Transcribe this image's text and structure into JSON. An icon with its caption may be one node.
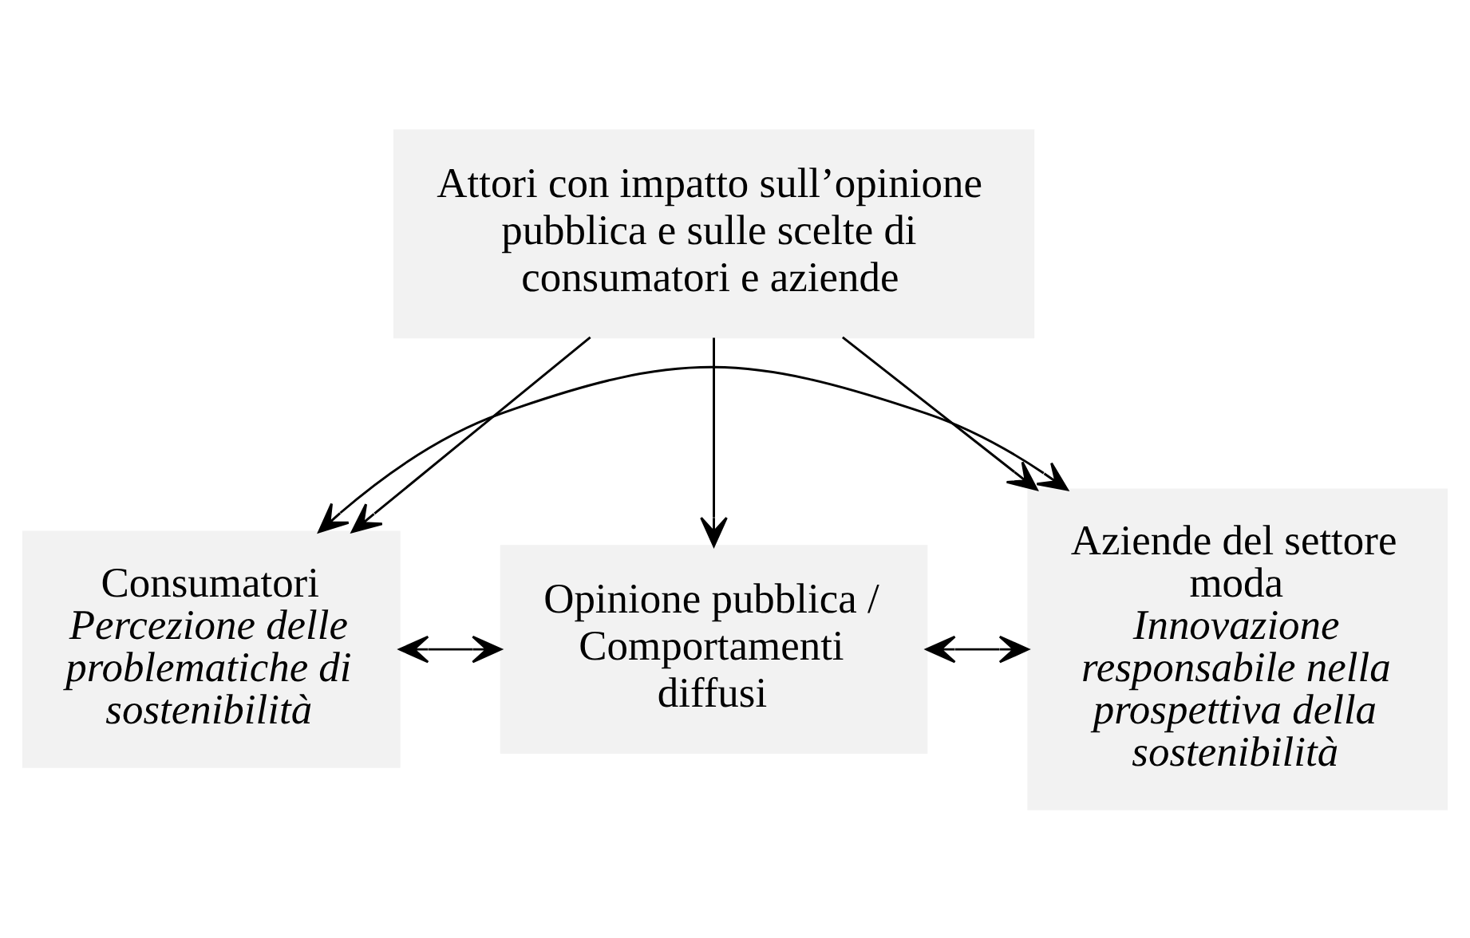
{
  "diagram": {
    "nodes": [
      {
        "text": [
          "Attori con impatto sull’opinione pubblica e sulle scelte di consumatori e aziende"
        ]
      },
      {
        "text": [
          "Consumatori",
          "Percezione delle problematiche di sostenibilità"
        ]
      },
      {
        "text": [
          "Opinione pubblica / Comportamenti diffusi"
        ]
      },
      {
        "text": [
          "Aziende del settore moda",
          "Innovazione responsabile nella prospettiva della sostenibilità"
        ]
      }
    ],
    "edges": [
      {
        "from": 0,
        "to": 1,
        "arrow": "to"
      },
      {
        "from": 0,
        "to": 2,
        "arrow": "to"
      },
      {
        "from": 0,
        "to": 3,
        "arrow": "to"
      },
      {
        "from": 1,
        "to": 2,
        "arrow": "both"
      },
      {
        "from": 2,
        "to": 3,
        "arrow": "both"
      },
      {
        "from": 1,
        "to": 3,
        "arrow": "both"
      }
    ]
  }
}
